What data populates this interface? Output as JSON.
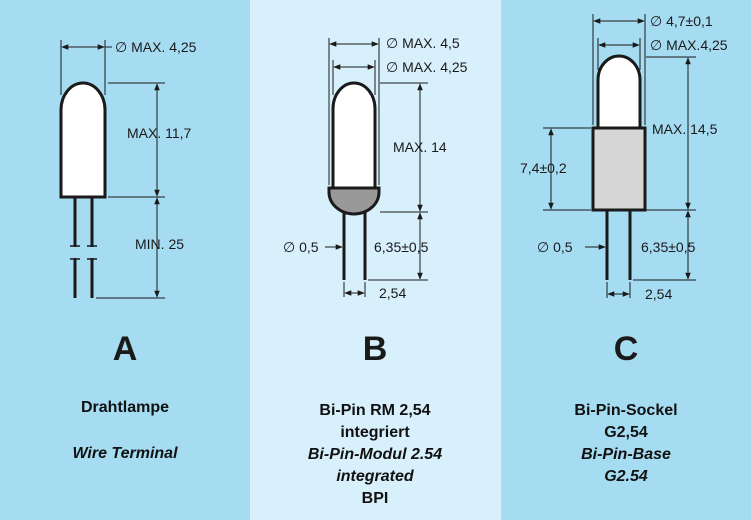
{
  "panels": {
    "a": {
      "letter": "A",
      "title_de": "Drahtlampe",
      "title_en": "Wire Terminal",
      "dims": {
        "diameter": "∅ MAX. 4,25",
        "height": "MAX. 11,7",
        "lead": "MIN. 25"
      }
    },
    "b": {
      "letter": "B",
      "title_line1": "Bi-Pin RM 2,54",
      "title_line2": "integriert",
      "title_line3": "Bi-Pin-Modul 2.54",
      "title_line4": "integrated",
      "title_line5": "BPI",
      "dims": {
        "diameter1": "∅ MAX. 4,5",
        "diameter2": "∅ MAX. 4,25",
        "height": "MAX. 14",
        "pin": "∅ 0,5",
        "pinlen": "6,35±0,5",
        "pitch": "2,54"
      }
    },
    "c": {
      "letter": "C",
      "title_line1": "Bi-Pin-Sockel",
      "title_line2": "G2,54",
      "title_line3": "Bi-Pin-Base",
      "title_line4": "G2.54",
      "dims": {
        "diameter1": "∅ 4,7±0,1",
        "diameter2": "∅ MAX.4,25",
        "height": "MAX. 14,5",
        "base": "7,4±0,2",
        "pin": "∅ 0,5",
        "pinlen": "6,35±0,5",
        "pitch": "2,54"
      }
    }
  },
  "colors": {
    "panel_dark": "#a6dcf2",
    "panel_light": "#d7f0fb",
    "bulb": "#ffffff",
    "cup": "#999999",
    "base": "#d6d6d6",
    "line": "#1a1a1a"
  }
}
